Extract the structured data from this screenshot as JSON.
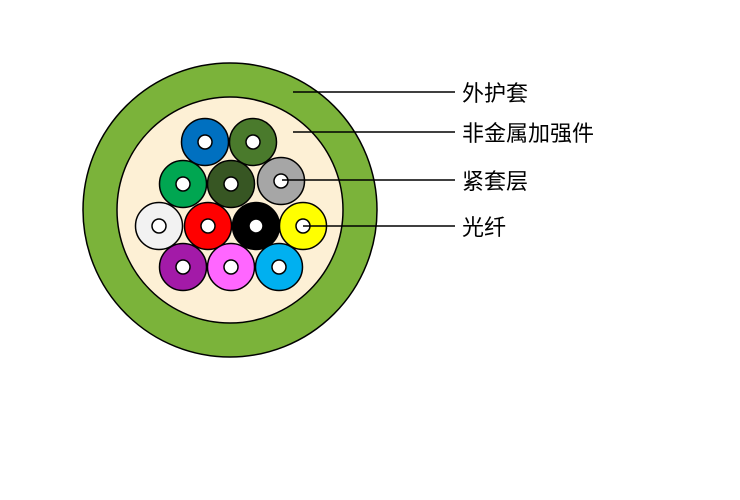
{
  "labels": {
    "jacket": "外护套",
    "strength_member": "非金属加强件",
    "tight_buffer": "紧套层",
    "fiber": "光纤"
  },
  "colors": {
    "jacket": "#7bb33a",
    "strength_member": "#fdf0d5",
    "outline": "#000000",
    "fiber_core": "#ffffff"
  },
  "fibers": [
    {
      "name": "blue",
      "color": "#0070c0"
    },
    {
      "name": "olive-green",
      "color": "#4a7a2c"
    },
    {
      "name": "green",
      "color": "#00a651"
    },
    {
      "name": "dark-green",
      "color": "#375623"
    },
    {
      "name": "gray",
      "color": "#a6a6a6"
    },
    {
      "name": "white",
      "color": "#f2f2f2"
    },
    {
      "name": "red",
      "color": "#ff0000"
    },
    {
      "name": "black",
      "color": "#000000"
    },
    {
      "name": "yellow",
      "color": "#ffff00"
    },
    {
      "name": "purple",
      "color": "#a31aa8"
    },
    {
      "name": "pink",
      "color": "#ff66ff"
    },
    {
      "name": "sky-blue",
      "color": "#00b0f0"
    }
  ]
}
